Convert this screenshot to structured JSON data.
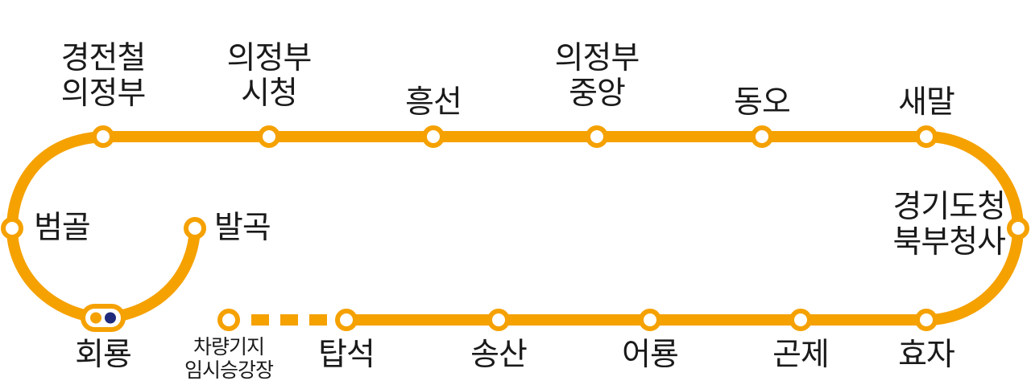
{
  "colors": {
    "line": "#F5A100",
    "station_fill": "#ffffff",
    "transfer_dot_1": "#F5A100",
    "transfer_dot_2": "#1F2A7A",
    "text": "#1a1a1a"
  },
  "stations": {
    "uijeongbu_korail": "경전철\n의정부",
    "uijeongbu_cityhall": "의정부\n시청",
    "heungseon": "흥선",
    "uijeongbu_jungang": "의정부\n중앙",
    "dongo": "동오",
    "saemal": "새말",
    "gyeonggi_north": "경기도청\n북부청사",
    "hyoja": "효자",
    "gonje": "곤제",
    "eoryong": "어룡",
    "songsan": "송산",
    "tapseok": "탑석",
    "depot_temporary": "차량기지\n임시승강장",
    "hoeryong": "회룡",
    "beomgol": "범골",
    "balgok": "발곡"
  }
}
